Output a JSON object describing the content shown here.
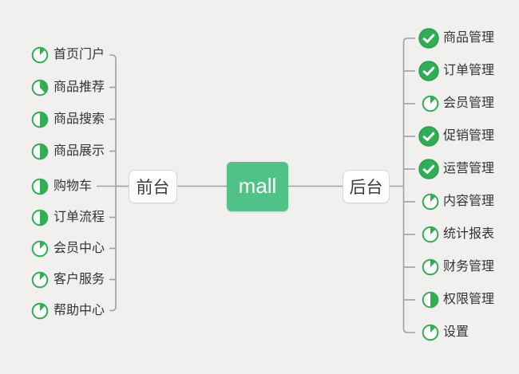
{
  "root": {
    "label": "mall"
  },
  "branches": {
    "front": {
      "label": "前台",
      "items": [
        {
          "label": "首页门户",
          "progress": 0.125
        },
        {
          "label": "商品推荐",
          "progress": 0.375
        },
        {
          "label": "商品搜索",
          "progress": 0.5
        },
        {
          "label": "商品展示",
          "progress": 0.5
        },
        {
          "label": "购物车",
          "progress": 0.5
        },
        {
          "label": "订单流程",
          "progress": 0.5
        },
        {
          "label": "会员中心",
          "progress": 0.125
        },
        {
          "label": "客户服务",
          "progress": 0.125
        },
        {
          "label": "帮助中心",
          "progress": 0.125
        }
      ]
    },
    "back": {
      "label": "后台",
      "items": [
        {
          "label": "商品管理",
          "progress": "done"
        },
        {
          "label": "订单管理",
          "progress": "done"
        },
        {
          "label": "会员管理",
          "progress": 0.125
        },
        {
          "label": "促销管理",
          "progress": "done"
        },
        {
          "label": "运营管理",
          "progress": "done"
        },
        {
          "label": "内容管理",
          "progress": 0.125
        },
        {
          "label": "统计报表",
          "progress": 0.125
        },
        {
          "label": "财务管理",
          "progress": 0.125
        },
        {
          "label": "权限管理",
          "progress": 0.5
        },
        {
          "label": "设置",
          "progress": 0.125
        }
      ]
    }
  },
  "colors": {
    "canvas_bg": "#f1f0ee",
    "node_green": "#50c288",
    "icon_green": "#2fae53",
    "icon_green_dark": "#28a04c",
    "line_gray": "#a0a0a0",
    "label_text": "#333333",
    "node_border": "#d8d8d6"
  }
}
